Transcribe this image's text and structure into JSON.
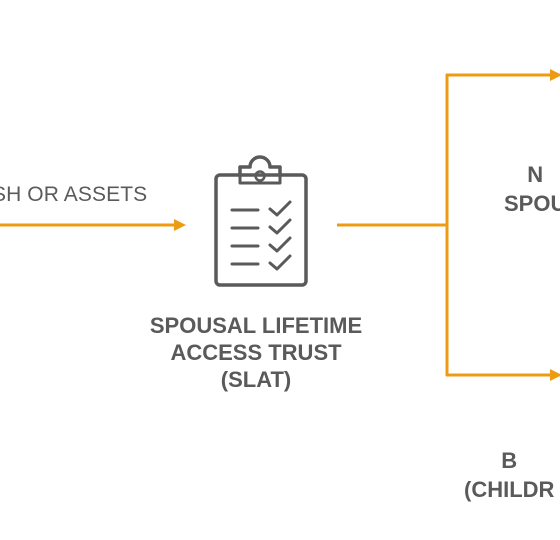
{
  "colors": {
    "accent": "#ee9b14",
    "text": "#5a5a5a",
    "icon": "#5a5a5a"
  },
  "flow_label": "SH OR ASSETS",
  "slat": {
    "line1": "SPOUSAL LIFETIME",
    "line2": "ACCESS TRUST",
    "line3": "(SLAT)"
  },
  "top_branch": {
    "line1": "N",
    "line2": "SPOU"
  },
  "bottom_branch": {
    "line1": "B",
    "line2": "(CHILDR"
  },
  "icons": {
    "trust": "clipboard-checklist-icon"
  }
}
